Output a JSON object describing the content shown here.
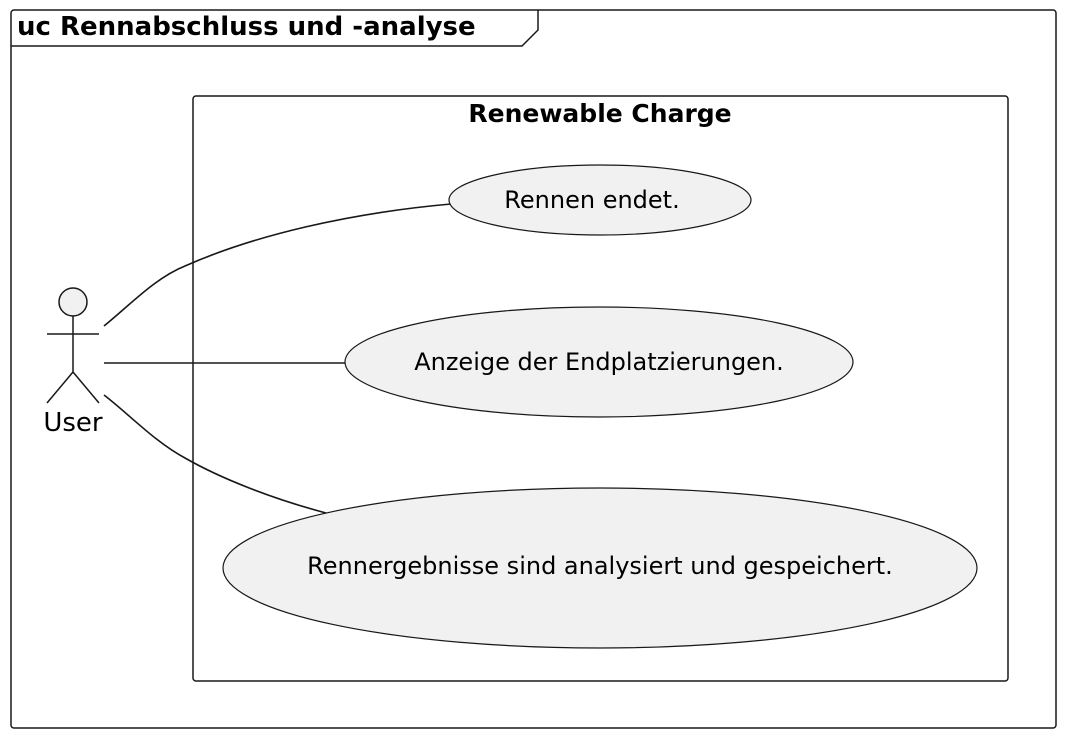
{
  "frame": {
    "title": "uc Rennabschluss und -analyse"
  },
  "system": {
    "title": "Renewable Charge"
  },
  "actor": {
    "label": "User"
  },
  "use_cases": [
    {
      "label": "Rennen endet."
    },
    {
      "label": "Anzeige der Endplatzierungen."
    },
    {
      "label": "Rennergebnisse sind analysiert und gespeichert."
    }
  ],
  "colors": {
    "usecase_fill": "#f1f1f1",
    "line": "#181818",
    "background": "#ffffff"
  }
}
